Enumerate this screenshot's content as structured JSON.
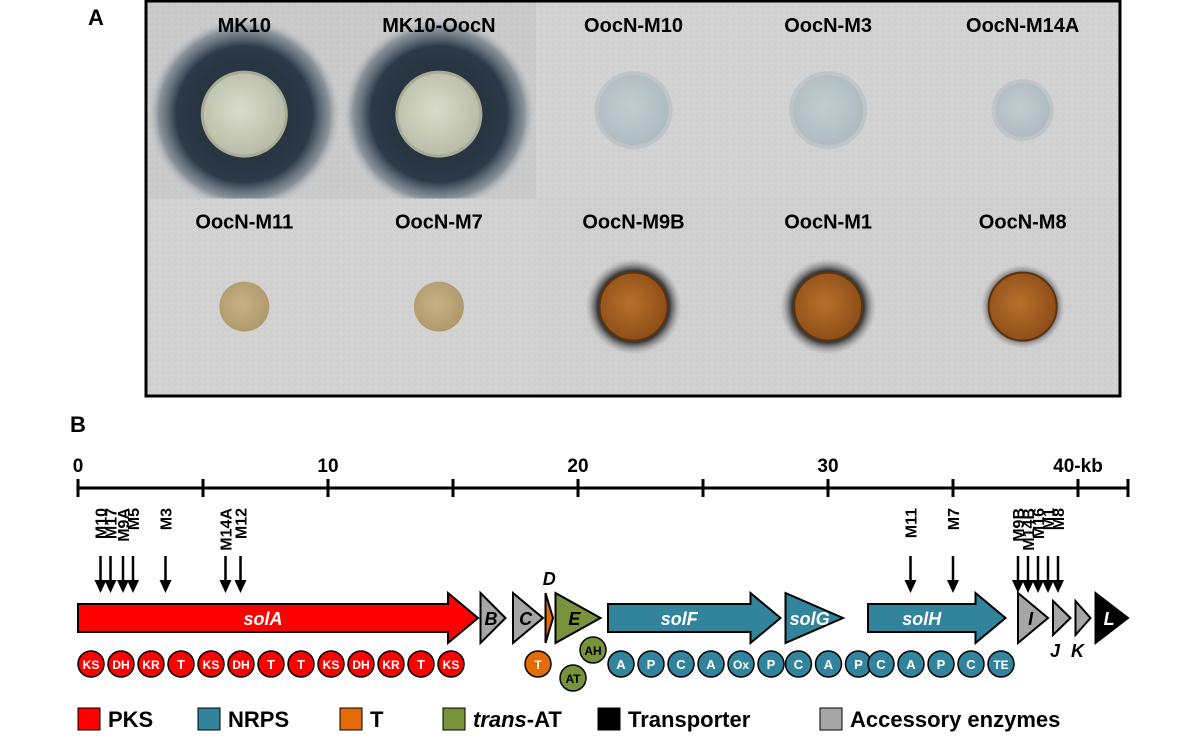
{
  "panel_a": {
    "label": "A",
    "rows": [
      [
        {
          "name": "MK10",
          "type": "halo-large",
          "colony": "cream"
        },
        {
          "name": "MK10-OocN",
          "type": "halo-large",
          "colony": "cream"
        },
        {
          "name": "OocN-M10",
          "type": "pale",
          "colony": "pale-blue"
        },
        {
          "name": "OocN-M3",
          "type": "pale",
          "colony": "pale-blue"
        },
        {
          "name": "OocN-M14A",
          "type": "pale-small",
          "colony": "pale-blue"
        }
      ],
      [
        {
          "name": "OocN-M11",
          "type": "tan-small",
          "colony": "tan"
        },
        {
          "name": "OocN-M7",
          "type": "tan-small",
          "colony": "tan"
        },
        {
          "name": "OocN-M9B",
          "type": "brown-halo",
          "colony": "brown"
        },
        {
          "name": "OocN-M1",
          "type": "brown-halo",
          "colony": "brown"
        },
        {
          "name": "OocN-M8",
          "type": "brown-halo-thin",
          "colony": "brown"
        }
      ]
    ]
  },
  "panel_b": {
    "label": "B",
    "ruler": {
      "min": 0,
      "max": 42,
      "major_ticks": [
        0,
        5,
        10,
        15,
        20,
        25,
        30,
        35,
        40,
        42
      ],
      "labels": [
        {
          "kb": 0,
          "text": "0"
        },
        {
          "kb": 10,
          "text": "10"
        },
        {
          "kb": 20,
          "text": "20"
        },
        {
          "kb": 30,
          "text": "30"
        },
        {
          "kb": 40,
          "text": "40-kb"
        }
      ]
    },
    "mutants": [
      {
        "name": "M10",
        "kb": 0.9
      },
      {
        "name": "M17",
        "kb": 1.3
      },
      {
        "name": "M9A",
        "kb": 1.8
      },
      {
        "name": "M5",
        "kb": 2.2
      },
      {
        "name": "M3",
        "kb": 3.5
      },
      {
        "name": "M14A",
        "kb": 5.9
      },
      {
        "name": "M12",
        "kb": 6.5
      },
      {
        "name": "M11",
        "kb": 33.3
      },
      {
        "name": "M7",
        "kb": 35.0
      },
      {
        "name": "M9B",
        "kb": 37.6
      },
      {
        "name": "M14B",
        "kb": 38.0
      },
      {
        "name": "M16",
        "kb": 38.4
      },
      {
        "name": "M1",
        "kb": 38.8
      },
      {
        "name": "M8",
        "kb": 39.2
      }
    ],
    "genes": [
      {
        "id": "solA",
        "label": "solA",
        "start": 0,
        "end": 16.0,
        "category": "PKS",
        "label_pos": "inside"
      },
      {
        "id": "solB",
        "label": "B",
        "start": 16.1,
        "end": 17.1,
        "category": "Accessory",
        "label_pos": "inside"
      },
      {
        "id": "solC",
        "label": "C",
        "start": 17.4,
        "end": 18.6,
        "category": "Accessory",
        "label_pos": "inside"
      },
      {
        "id": "solD",
        "label": "D",
        "start": 18.7,
        "end": 19.0,
        "category": "T",
        "label_pos": "above"
      },
      {
        "id": "solE",
        "label": "E",
        "start": 19.1,
        "end": 20.9,
        "category": "trans-AT",
        "label_pos": "inside"
      },
      {
        "id": "solF",
        "label": "solF",
        "start": 21.2,
        "end": 28.1,
        "category": "NRPS",
        "label_pos": "inside"
      },
      {
        "id": "solG",
        "label": "solG",
        "start": 28.3,
        "end": 30.6,
        "category": "NRPS",
        "label_pos": "inside"
      },
      {
        "id": "solH",
        "label": "solH",
        "start": 31.6,
        "end": 37.1,
        "category": "NRPS",
        "label_pos": "inside"
      },
      {
        "id": "solI",
        "label": "I",
        "start": 37.6,
        "end": 38.8,
        "category": "Accessory",
        "label_pos": "inside"
      },
      {
        "id": "solJ",
        "label": "J",
        "start": 39.0,
        "end": 39.7,
        "category": "Accessory",
        "label_pos": "below"
      },
      {
        "id": "solK",
        "label": "K",
        "start": 39.9,
        "end": 40.5,
        "category": "Accessory",
        "label_pos": "below"
      },
      {
        "id": "solL",
        "label": "L",
        "start": 40.7,
        "end": 42.0,
        "category": "Transporter",
        "label_pos": "inside"
      }
    ],
    "domain_groups": [
      {
        "gene": "solA",
        "category": "PKS",
        "start": 0,
        "end": 16.0,
        "domains": [
          "KS",
          "DH",
          "KR",
          "T",
          "KS",
          "DH",
          "T",
          "T",
          "KS",
          "DH",
          "KR",
          "T",
          "KS"
        ]
      },
      {
        "gene": "solF",
        "category": "NRPS",
        "start": 21.2,
        "end": 28.1,
        "domains": [
          "A",
          "P",
          "C",
          "A",
          "Ox",
          "P"
        ]
      },
      {
        "gene": "solG",
        "category": "NRPS",
        "start": 28.3,
        "end": 30.6,
        "domains": [
          "C",
          "A",
          "P"
        ]
      },
      {
        "gene": "solH",
        "category": "NRPS",
        "start": 31.6,
        "end": 37.1,
        "domains": [
          "C",
          "A",
          "P",
          "C",
          "TE"
        ]
      }
    ],
    "trans_domains": [
      {
        "text": "T",
        "category": "T",
        "kb": 18.4,
        "row": 1
      },
      {
        "text": "AT",
        "category": "trans-AT",
        "kb": 19.8,
        "row": 2
      },
      {
        "text": "AH",
        "category": "trans-AT",
        "kb": 20.6,
        "row": 0
      }
    ]
  },
  "legend": [
    {
      "label": "PKS",
      "color": "#ff0000",
      "italic_prefix": ""
    },
    {
      "label": "NRPS",
      "color": "#31849b",
      "italic_prefix": ""
    },
    {
      "label": "T",
      "color": "#e36c09",
      "italic_prefix": ""
    },
    {
      "label": "-AT",
      "color": "#77933c",
      "italic_prefix": "trans"
    },
    {
      "label": "Transporter",
      "color": "#000000",
      "italic_prefix": ""
    },
    {
      "label": "Accessory enzymes",
      "color": "#a6a6a6",
      "italic_prefix": ""
    }
  ],
  "colors": {
    "PKS": "#ff0000",
    "NRPS": "#31849b",
    "T": "#e36c09",
    "trans-AT": "#77933c",
    "Transporter": "#000000",
    "Accessory": "#a6a6a6"
  }
}
